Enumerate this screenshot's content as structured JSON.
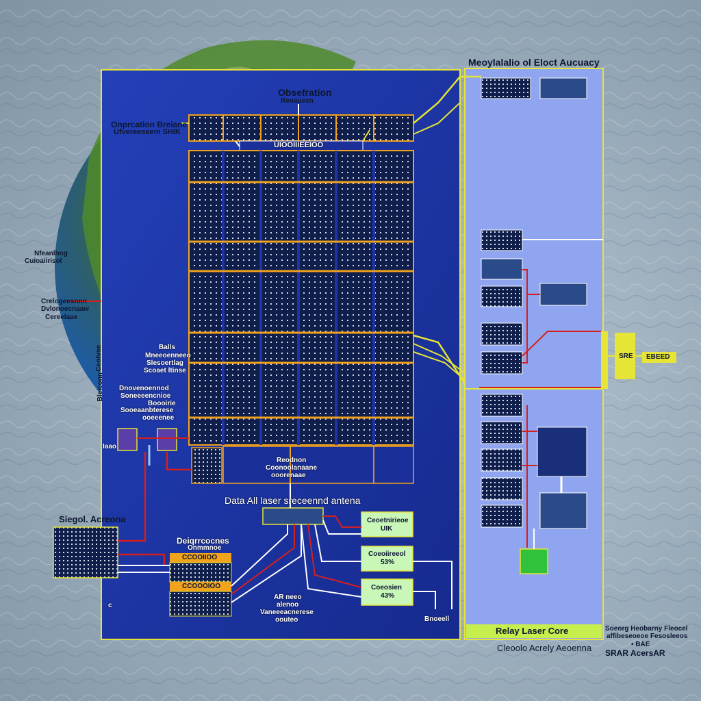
{
  "diagram": {
    "right_panel_title": "Meoylalalio ol Eloct Aucuacy",
    "observation_title": "Obsefration",
    "observation_sub": "Reoauecn",
    "operation_label_1": "Onprcation Breiane",
    "operation_label_2": "Ufvereeseem SHIK",
    "grid_header": "UIOOIIIEEIOO",
    "left_labels": {
      "a1": "Nfeanlhng",
      "a2": "Cuioaiirisol",
      "b1": "Crelogeesnnn",
      "b2": "Dvlonoecnaaw",
      "b3": "Cereelaae"
    },
    "mid_labels": {
      "balls": "Balls",
      "m1": "Mneeoenneeo",
      "m2": "Slesoertlag",
      "m3": "Scoaet ltinse",
      "d1": "Dnovenoennod",
      "d2": "Soneeeencnioe",
      "d3": "Boooirie",
      "s1": "Sooeaanbterese",
      "s2": "ooeeenee"
    },
    "reduction_label_1": "Reodnon",
    "reduction_label_2": "Coonoolanaane",
    "reduction_label_3": "ooorenaae",
    "data_heading": "Data  All laser  sreceennd antena",
    "signal_antenna": "Siegol. Acreona",
    "deigpr_label_1": "Deiqrrcocnes",
    "deigpr_label_2": "Onmmnoe",
    "orange_bar_1": "CCOOIIOO",
    "orange_bar_2": "CCOOOIOO",
    "ar_label_1": "AR neeo",
    "ar_label_2": "alenoo",
    "ar_label_3": "Vaneeeacnerese",
    "ar_label_4": "oouteo",
    "green_box_1_line1": "Ceoetnirieoe",
    "green_box_1_line2": "UIK",
    "green_box_2_line1": "Coeoiireeol",
    "green_box_2_line2": "53%",
    "green_box_3_line1": "Coeosien",
    "green_box_3_line2": "43%",
    "vertical_label_left": "Iaao",
    "vertical_label_bottom_left": "c",
    "vertical_label_bottom_right": "Bnoeell",
    "relay_label": "Relay Laser Core",
    "yellow_node_1": "SRE",
    "yellow_node_2": "EBEED",
    "bottom_label": "Cleoolo Acrely Aeoenna",
    "bottom_right_1": "Soeorg Heobarny Fleocel",
    "bottom_right_2": "affibeseoeoe Fesosleeos",
    "bottom_right_3": "• BAE",
    "bottom_right_4": "SRAR AcersAR",
    "side_label_left": "Ceotvse",
    "side_label_left_2": "Bleiconn"
  },
  "colors": {
    "main_panel": "#1f34a8",
    "grid_cell": "#0f1e4a",
    "grid_dots": "#d7dcf0",
    "orange_line": "#f1a31c",
    "yellow_line": "#e6e437",
    "red_line": "#d51f1f",
    "right_panel": "#8fa5ef",
    "green_box": "#c9f7b8",
    "relay_bar": "#c6ee4c",
    "bright_green": "#2fc23a"
  }
}
